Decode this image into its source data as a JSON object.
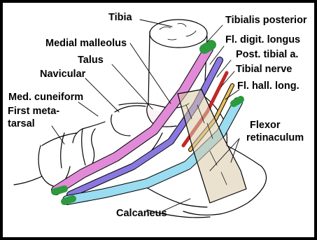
{
  "labels": {
    "tibia": "Tibia",
    "tibialis_posterior": "Tibialis posterior",
    "medial_malleolus": "Medial malleolus",
    "fl_digit_longus": "Fl. digit. longus",
    "talus": "Talus",
    "post_tibial_a": "Post. tibial a.",
    "navicular": "Navicular",
    "tibial_nerve": "Tibial nerve",
    "fl_hall_long": "Fl. hall. long.",
    "med_cuneiform": "Med. cuneiform",
    "first_metatarsal_line1": "First meta-",
    "first_metatarsal_line2": "tarsal",
    "flexor_retinaculum_line1": "Flexor",
    "flexor_retinaculum_line2": "retinaculum",
    "calcaneus": "Calcaneus"
  },
  "colors": {
    "tibialis_posterior": "#e08ad8",
    "fl_digit_longus": "#8a78e0",
    "post_tibial_a": "#c02828",
    "tibial_nerve": "#e8c060",
    "fl_hall_long": "#9adcf0",
    "tendon_green": "#2e9a3e",
    "retinaculum": "#d8c8a8",
    "bone_shade": "#f8e0e8"
  }
}
